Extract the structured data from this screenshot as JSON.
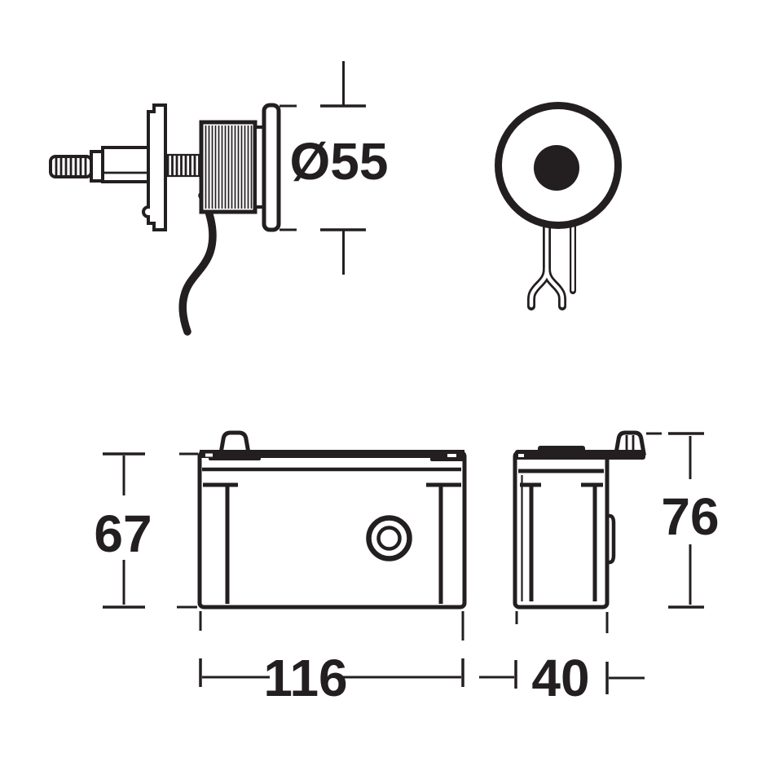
{
  "page": {
    "background": "#ffffff",
    "line_color": "#231f20"
  },
  "labels": {
    "bezel_diameter": "Ø55",
    "box_height": "67",
    "box_width": "116",
    "box_depth": "40",
    "overall_height": "76"
  }
}
